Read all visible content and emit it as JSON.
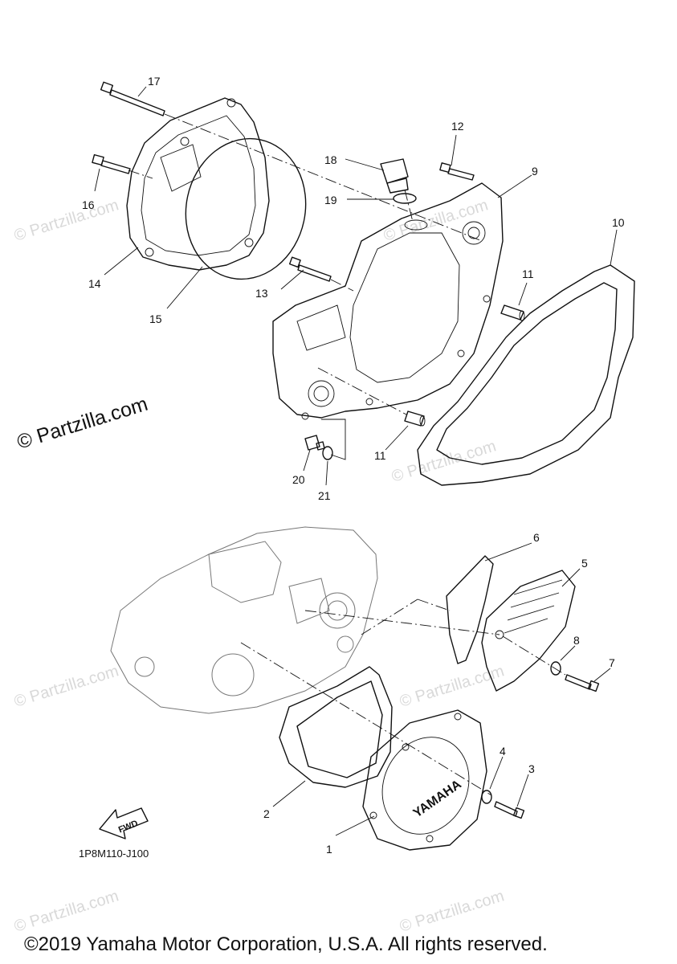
{
  "callouts": [
    "1",
    "2",
    "3",
    "4",
    "5",
    "6",
    "7",
    "8",
    "9",
    "10",
    "11",
    "11",
    "12",
    "13",
    "14",
    "15",
    "16",
    "17",
    "18",
    "19",
    "20",
    "21"
  ],
  "watermark": "© Partzilla.com",
  "logo_text": "YAMAHA",
  "fwd_label": "FWD",
  "diagram_code": "1P8M110-J100",
  "footer": "©2019 Yamaha Motor Corporation, U.S.A. All rights reserved."
}
